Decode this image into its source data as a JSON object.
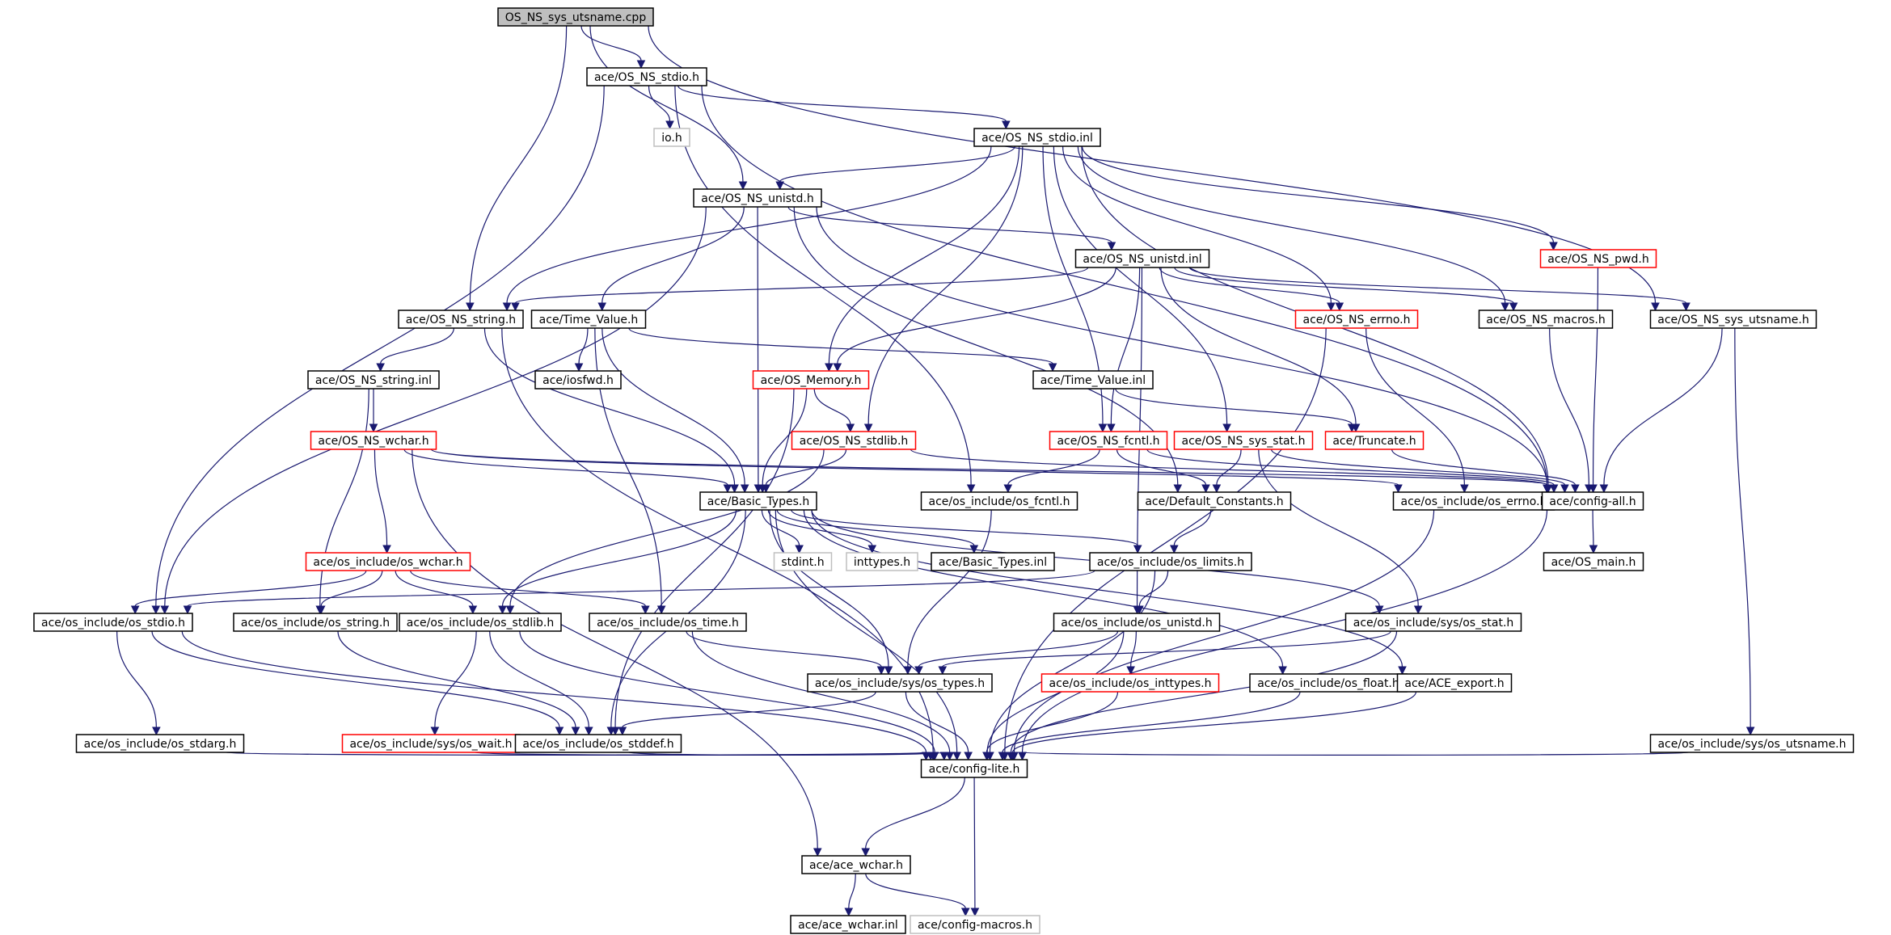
{
  "colors": {
    "edge": "#191970",
    "border_normal": "#000000",
    "border_truncated": "#ff0000",
    "border_external": "#bfbfbf",
    "root_fill": "#bfbfbf",
    "fill": "#ffffff"
  },
  "nodes": [
    {
      "id": "n0",
      "label": "OS_NS_sys_utsname.cpp",
      "kind": "root"
    },
    {
      "id": "n1",
      "label": "ace/OS_NS_stdio.h",
      "kind": "normal"
    },
    {
      "id": "n2",
      "label": "io.h",
      "kind": "external"
    },
    {
      "id": "n3",
      "label": "ace/OS_NS_stdio.inl",
      "kind": "normal"
    },
    {
      "id": "n4",
      "label": "ace/OS_NS_unistd.h",
      "kind": "normal"
    },
    {
      "id": "n5",
      "label": "ace/OS_NS_unistd.inl",
      "kind": "normal"
    },
    {
      "id": "n6",
      "label": "ace/OS_NS_pwd.h",
      "kind": "truncated"
    },
    {
      "id": "n7",
      "label": "ace/OS_NS_string.h",
      "kind": "normal"
    },
    {
      "id": "n8",
      "label": "ace/Time_Value.h",
      "kind": "normal"
    },
    {
      "id": "n9",
      "label": "ace/OS_NS_errno.h",
      "kind": "truncated"
    },
    {
      "id": "n10",
      "label": "ace/OS_NS_macros.h",
      "kind": "normal"
    },
    {
      "id": "n11",
      "label": "ace/OS_NS_sys_utsname.h",
      "kind": "normal"
    },
    {
      "id": "n12",
      "label": "ace/OS_NS_string.inl",
      "kind": "normal"
    },
    {
      "id": "n13",
      "label": "ace/iosfwd.h",
      "kind": "normal"
    },
    {
      "id": "n14",
      "label": "ace/OS_Memory.h",
      "kind": "truncated"
    },
    {
      "id": "n15",
      "label": "ace/Time_Value.inl",
      "kind": "normal"
    },
    {
      "id": "n16",
      "label": "ace/OS_NS_wchar.h",
      "kind": "truncated"
    },
    {
      "id": "n17",
      "label": "ace/OS_NS_stdlib.h",
      "kind": "truncated"
    },
    {
      "id": "n18",
      "label": "ace/OS_NS_fcntl.h",
      "kind": "truncated"
    },
    {
      "id": "n19",
      "label": "ace/OS_NS_sys_stat.h",
      "kind": "truncated"
    },
    {
      "id": "n20",
      "label": "ace/Truncate.h",
      "kind": "truncated"
    },
    {
      "id": "n21",
      "label": "ace/Basic_Types.h",
      "kind": "normal"
    },
    {
      "id": "n22",
      "label": "ace/os_include/os_fcntl.h",
      "kind": "normal"
    },
    {
      "id": "n23",
      "label": "ace/Default_Constants.h",
      "kind": "normal"
    },
    {
      "id": "n24",
      "label": "ace/os_include/os_errno.h",
      "kind": "normal"
    },
    {
      "id": "n25",
      "label": "ace/config-all.h",
      "kind": "normal"
    },
    {
      "id": "n26",
      "label": "ace/os_include/os_wchar.h",
      "kind": "truncated"
    },
    {
      "id": "n27",
      "label": "stdint.h",
      "kind": "external"
    },
    {
      "id": "n28",
      "label": "inttypes.h",
      "kind": "external"
    },
    {
      "id": "n29",
      "label": "ace/Basic_Types.inl",
      "kind": "normal"
    },
    {
      "id": "n30",
      "label": "ace/os_include/os_limits.h",
      "kind": "normal"
    },
    {
      "id": "n31",
      "label": "ace/OS_main.h",
      "kind": "normal"
    },
    {
      "id": "n32",
      "label": "ace/os_include/os_stdio.h",
      "kind": "normal"
    },
    {
      "id": "n33",
      "label": "ace/os_include/os_string.h",
      "kind": "normal"
    },
    {
      "id": "n34",
      "label": "ace/os_include/os_stdlib.h",
      "kind": "normal"
    },
    {
      "id": "n35",
      "label": "ace/os_include/os_time.h",
      "kind": "normal"
    },
    {
      "id": "n36",
      "label": "ace/os_include/os_unistd.h",
      "kind": "normal"
    },
    {
      "id": "n37",
      "label": "ace/os_include/sys/os_stat.h",
      "kind": "normal"
    },
    {
      "id": "n38",
      "label": "ace/os_include/sys/os_types.h",
      "kind": "normal"
    },
    {
      "id": "n39",
      "label": "ace/os_include/os_inttypes.h",
      "kind": "truncated"
    },
    {
      "id": "n40",
      "label": "ace/os_include/os_float.h",
      "kind": "normal"
    },
    {
      "id": "n41",
      "label": "ace/ACE_export.h",
      "kind": "normal"
    },
    {
      "id": "n42",
      "label": "ace/os_include/os_stdarg.h",
      "kind": "normal"
    },
    {
      "id": "n43",
      "label": "ace/os_include/sys/os_wait.h",
      "kind": "truncated"
    },
    {
      "id": "n44",
      "label": "ace/os_include/os_stddef.h",
      "kind": "normal"
    },
    {
      "id": "n45",
      "label": "ace/os_include/sys/os_utsname.h",
      "kind": "normal"
    },
    {
      "id": "n46",
      "label": "ace/config-lite.h",
      "kind": "normal"
    },
    {
      "id": "n47",
      "label": "ace/ace_wchar.h",
      "kind": "normal"
    },
    {
      "id": "n48",
      "label": "ace/ace_wchar.inl",
      "kind": "normal"
    },
    {
      "id": "n49",
      "label": "ace/config-macros.h",
      "kind": "external"
    }
  ],
  "edges": [
    [
      "n0",
      "n1"
    ],
    [
      "n0",
      "n4"
    ],
    [
      "n0",
      "n7"
    ],
    [
      "n0",
      "n11"
    ],
    [
      "n1",
      "n2"
    ],
    [
      "n1",
      "n3"
    ],
    [
      "n1",
      "n32"
    ],
    [
      "n1",
      "n22"
    ],
    [
      "n1",
      "n25"
    ],
    [
      "n3",
      "n4"
    ],
    [
      "n3",
      "n7"
    ],
    [
      "n3",
      "n14"
    ],
    [
      "n3",
      "n17"
    ],
    [
      "n3",
      "n18"
    ],
    [
      "n3",
      "n19"
    ],
    [
      "n3",
      "n9"
    ],
    [
      "n3",
      "n6"
    ],
    [
      "n3",
      "n10"
    ],
    [
      "n3",
      "n25"
    ],
    [
      "n4",
      "n5"
    ],
    [
      "n4",
      "n8"
    ],
    [
      "n4",
      "n21"
    ],
    [
      "n4",
      "n32"
    ],
    [
      "n4",
      "n23"
    ],
    [
      "n4",
      "n25"
    ],
    [
      "n5",
      "n7"
    ],
    [
      "n5",
      "n14"
    ],
    [
      "n5",
      "n9"
    ],
    [
      "n5",
      "n10"
    ],
    [
      "n5",
      "n11"
    ],
    [
      "n5",
      "n18"
    ],
    [
      "n5",
      "n20"
    ],
    [
      "n5",
      "n36"
    ],
    [
      "n6",
      "n25"
    ],
    [
      "n7",
      "n12"
    ],
    [
      "n7",
      "n21"
    ],
    [
      "n7",
      "n46"
    ],
    [
      "n8",
      "n13"
    ],
    [
      "n8",
      "n15"
    ],
    [
      "n8",
      "n21"
    ],
    [
      "n8",
      "n35"
    ],
    [
      "n9",
      "n24"
    ],
    [
      "n9",
      "n46"
    ],
    [
      "n10",
      "n25"
    ],
    [
      "n11",
      "n25"
    ],
    [
      "n11",
      "n45"
    ],
    [
      "n12",
      "n16"
    ],
    [
      "n12",
      "n33"
    ],
    [
      "n14",
      "n17"
    ],
    [
      "n14",
      "n21"
    ],
    [
      "n14",
      "n44"
    ],
    [
      "n15",
      "n20"
    ],
    [
      "n16",
      "n21"
    ],
    [
      "n16",
      "n26"
    ],
    [
      "n16",
      "n25"
    ],
    [
      "n16",
      "n24"
    ],
    [
      "n16",
      "n47"
    ],
    [
      "n17",
      "n21"
    ],
    [
      "n17",
      "n34"
    ],
    [
      "n17",
      "n25"
    ],
    [
      "n18",
      "n22"
    ],
    [
      "n18",
      "n23"
    ],
    [
      "n18",
      "n25"
    ],
    [
      "n19",
      "n23"
    ],
    [
      "n19",
      "n37"
    ],
    [
      "n19",
      "n25"
    ],
    [
      "n20",
      "n25"
    ],
    [
      "n21",
      "n27"
    ],
    [
      "n21",
      "n28"
    ],
    [
      "n21",
      "n29"
    ],
    [
      "n21",
      "n30"
    ],
    [
      "n21",
      "n34"
    ],
    [
      "n21",
      "n38"
    ],
    [
      "n21",
      "n44"
    ],
    [
      "n21",
      "n46"
    ],
    [
      "n21",
      "n40"
    ],
    [
      "n21",
      "n41"
    ],
    [
      "n21",
      "n37"
    ],
    [
      "n22",
      "n38"
    ],
    [
      "n23",
      "n30"
    ],
    [
      "n24",
      "n46"
    ],
    [
      "n25",
      "n31"
    ],
    [
      "n25",
      "n46"
    ],
    [
      "n26",
      "n32"
    ],
    [
      "n26",
      "n33"
    ],
    [
      "n26",
      "n34"
    ],
    [
      "n26",
      "n35"
    ],
    [
      "n30",
      "n32"
    ],
    [
      "n30",
      "n36"
    ],
    [
      "n30",
      "n46"
    ],
    [
      "n32",
      "n42"
    ],
    [
      "n32",
      "n44"
    ],
    [
      "n32",
      "n46"
    ],
    [
      "n33",
      "n44"
    ],
    [
      "n34",
      "n43"
    ],
    [
      "n34",
      "n44"
    ],
    [
      "n34",
      "n46"
    ],
    [
      "n35",
      "n38"
    ],
    [
      "n35",
      "n46"
    ],
    [
      "n36",
      "n38"
    ],
    [
      "n36",
      "n39"
    ],
    [
      "n36",
      "n46"
    ],
    [
      "n37",
      "n38"
    ],
    [
      "n37",
      "n46"
    ],
    [
      "n38",
      "n44"
    ],
    [
      "n38",
      "n46"
    ],
    [
      "n39",
      "n46"
    ],
    [
      "n40",
      "n46"
    ],
    [
      "n41",
      "n46"
    ],
    [
      "n42",
      "n46"
    ],
    [
      "n43",
      "n46"
    ],
    [
      "n44",
      "n46"
    ],
    [
      "n45",
      "n46"
    ],
    [
      "n46",
      "n47"
    ],
    [
      "n46",
      "n49"
    ],
    [
      "n47",
      "n48"
    ],
    [
      "n47",
      "n49"
    ]
  ]
}
